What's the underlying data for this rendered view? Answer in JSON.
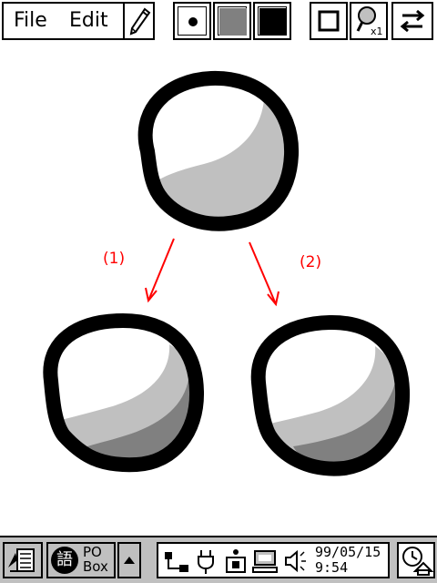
{
  "menu": {
    "file_label": "File",
    "edit_label": "Edit"
  },
  "toolbar": {
    "tools": [
      {
        "icon": "pencil-icon"
      },
      {
        "icon": "brush-dot-icon"
      },
      {
        "icon": "gray-color-swatch",
        "color": "#808080"
      },
      {
        "icon": "black-color-swatch",
        "color": "#000000"
      },
      {
        "icon": "square-frame-icon"
      },
      {
        "icon": "zoom-icon",
        "label": "x1"
      },
      {
        "icon": "swap-arrows-icon"
      }
    ]
  },
  "canvas": {
    "labels": {
      "step1": "(1)",
      "step2": "(2)"
    },
    "colors": {
      "outline": "#000000",
      "light_gray": "#c0c0c0",
      "dark_gray": "#808080",
      "arrow": "#ff0000"
    }
  },
  "taskbar": {
    "ime": {
      "kanji": "語",
      "line1": "PO",
      "line2": "Box"
    },
    "clock": {
      "date": "99/05/15",
      "time": "9:54"
    }
  }
}
